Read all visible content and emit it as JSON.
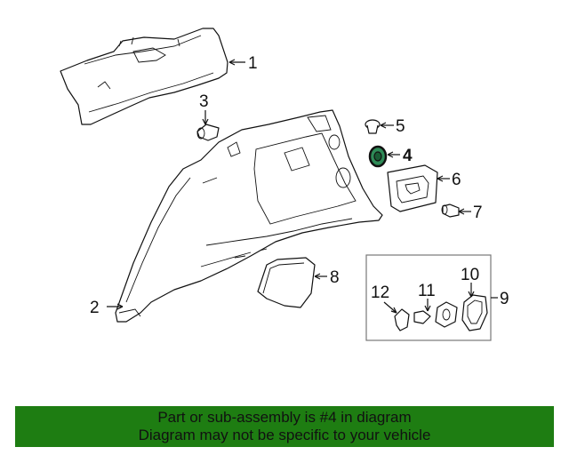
{
  "diagram": {
    "highlight_color": "#2e8b57",
    "callouts": [
      {
        "id": "1",
        "label": "1"
      },
      {
        "id": "2",
        "label": "2"
      },
      {
        "id": "3",
        "label": "3"
      },
      {
        "id": "4",
        "label": "4",
        "highlighted": true
      },
      {
        "id": "5",
        "label": "5"
      },
      {
        "id": "6",
        "label": "6"
      },
      {
        "id": "7",
        "label": "7"
      },
      {
        "id": "8",
        "label": "8"
      },
      {
        "id": "9",
        "label": "9"
      },
      {
        "id": "10",
        "label": "10"
      },
      {
        "id": "11",
        "label": "11"
      },
      {
        "id": "12",
        "label": "12"
      }
    ]
  },
  "banner": {
    "background_color": "#1e7d12",
    "line1": "Part or sub-assembly is #4 in diagram",
    "line2": "Diagram may not be specific to your vehicle"
  }
}
